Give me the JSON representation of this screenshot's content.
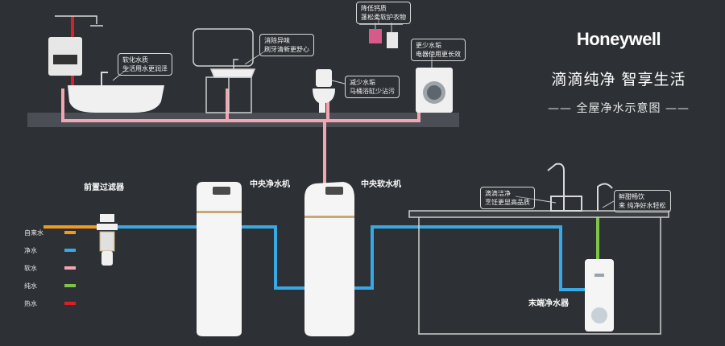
{
  "brand": {
    "name": "Honeywell"
  },
  "slogan": "滴滴纯净 智享生活",
  "subtitle": "全屋净水示意图",
  "callouts": {
    "softened_water": [
      "软化水质",
      "生活用水更润泽"
    ],
    "remove_odor": [
      "消除异味",
      "刷牙清新更舒心"
    ],
    "reduce_calcium": [
      "降低钙质",
      "蓬松柔软护衣物"
    ],
    "less_scale_appliances": [
      "更少水垢",
      "电器使用更长效"
    ],
    "less_scale_toilet": [
      "减少水垢",
      "马桶浴缸少沾污"
    ],
    "pure_drops": [
      "滴滴洁净",
      "烹饪更显高品质"
    ],
    "sweet_drink": [
      "鲜甜畅饮",
      "来 纯净好水轻松"
    ]
  },
  "labels": {
    "prefilter": "前置过滤器",
    "central_purifier": "中央净水机",
    "central_softener": "中央软水机",
    "end_purifier": "末端净水器"
  },
  "legend": [
    {
      "label": "自来水",
      "color": "#f39a1e"
    },
    {
      "label": "净水",
      "color": "#36a9e6"
    },
    {
      "label": "软水",
      "color": "#f3a6b2"
    },
    {
      "label": "纯水",
      "color": "#7fc34a"
    },
    {
      "label": "热水",
      "color": "#d91f2a"
    }
  ]
}
